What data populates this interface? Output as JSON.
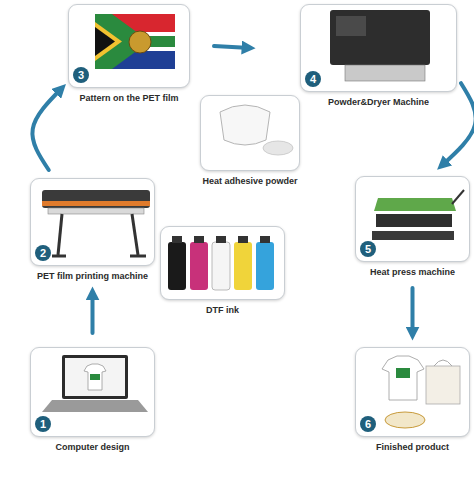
{
  "diagram": {
    "nodes": [
      {
        "text": [
          "1",
          "Computer design"
        ]
      },
      {
        "text": [
          "2",
          "PET film printing machine"
        ]
      },
      {
        "text": [
          "DTF ink"
        ]
      },
      {
        "text": [
          "3",
          "Pattern on the PET film"
        ]
      },
      {
        "text": [
          "4",
          "Powder&Dryer Machine"
        ]
      },
      {
        "text": [
          "Heat adhesive powder"
        ]
      },
      {
        "text": [
          "5",
          "Heat press machine"
        ]
      },
      {
        "text": [
          "6",
          "Finished product"
        ]
      }
    ],
    "edges": [
      {
        "from": 0,
        "to": 1,
        "arrow": "to"
      },
      {
        "from": 1,
        "to": 3,
        "arrow": "to"
      },
      {
        "from": 3,
        "to": 4,
        "arrow": "to"
      },
      {
        "from": 4,
        "to": 6,
        "arrow": "to"
      },
      {
        "from": 6,
        "to": 7,
        "arrow": "to"
      }
    ]
  }
}
